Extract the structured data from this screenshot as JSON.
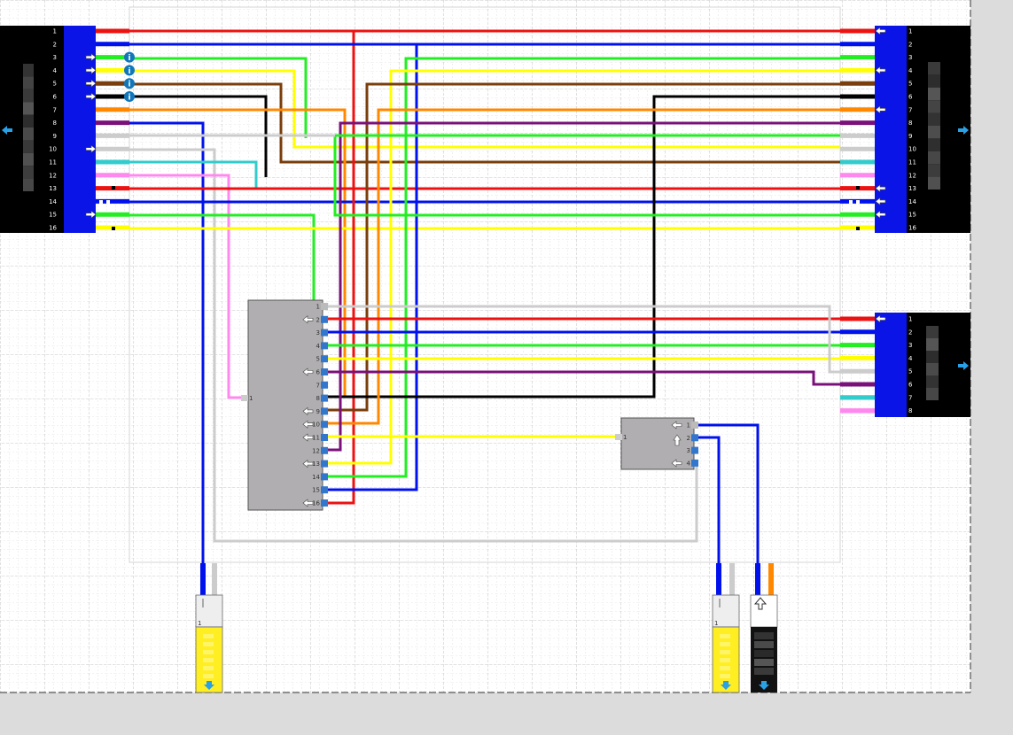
{
  "colors": {
    "red": "#ee1111",
    "blue": "#0011ee",
    "green": "#22ee22",
    "yellow": "#ffff00",
    "brown": "#7a3d0c",
    "black": "#000000",
    "orange": "#ff8800",
    "purple": "#7a117a",
    "gray": "#cccccc",
    "cyan": "#33cccc",
    "pink": "#ff88ee",
    "connector_body": "#0a14e6",
    "component_fill": "#b0aeb0",
    "pin_blue": "#3377cc",
    "info_badge": "#1177bb"
  },
  "left_connector": {
    "pins": [
      "1",
      "2",
      "3",
      "4",
      "5",
      "6",
      "7",
      "8",
      "9",
      "10",
      "11",
      "12",
      "13",
      "14",
      "15",
      "16"
    ]
  },
  "right_connector": {
    "pins": [
      "1",
      "2",
      "3",
      "4",
      "5",
      "6",
      "7",
      "8",
      "9",
      "10",
      "11",
      "12",
      "13",
      "14",
      "15",
      "16"
    ]
  },
  "right_connector_small": {
    "pins": [
      "1",
      "2",
      "3",
      "4",
      "5",
      "6",
      "7",
      "8"
    ]
  },
  "big_component": {
    "input_pin": "1",
    "pins": [
      "1",
      "2",
      "3",
      "4",
      "5",
      "6",
      "7",
      "8",
      "9",
      "10",
      "11",
      "12",
      "13",
      "14",
      "15",
      "16"
    ]
  },
  "small_component": {
    "input_pin": "1",
    "pins": [
      "1",
      "2",
      "3",
      "4"
    ]
  },
  "info_badge_glyph": "i",
  "terminal_pin_label": "1"
}
